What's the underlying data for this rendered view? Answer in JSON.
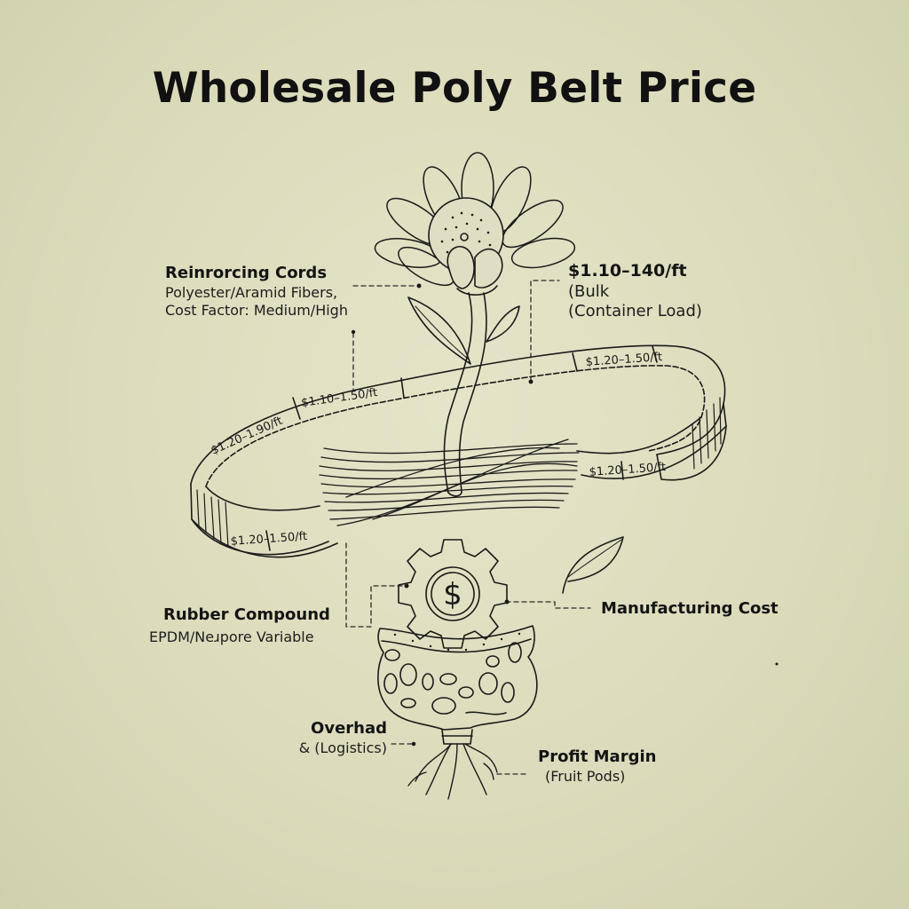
{
  "title": "Wholesale Poly Belt Price",
  "colors": {
    "background": "#dcdcbc",
    "ink": "#161616"
  },
  "labels": {
    "reinforcing_cords": {
      "heading": "Reinrorcing Cords",
      "line1": "Polyester/Aramid Fibers,",
      "line2": "Cost Factor: Medium/High"
    },
    "bulk_price": {
      "heading": "$1.10–140/ft",
      "line1": "(Bulk",
      "line2": "(Container Load)"
    },
    "rubber_compound": {
      "heading": "Rubber Compound",
      "line1": "EPDM/Neɹpore Variable"
    },
    "manufacturing_cost": {
      "heading": "Manufacturing Cost"
    },
    "overhead": {
      "heading": "Overhad",
      "line1": "& (Logistics)"
    },
    "profit_margin": {
      "heading": "Profit Margin",
      "line1": "(Fruit Pods)"
    }
  },
  "belt_prices": {
    "upper_left": "$1.20–1.90/ft",
    "upper_mid": "$1.10–1.50/ft",
    "upper_right": "$1.20–1.50/ft",
    "lower_right": "$1.20–1.50/ft",
    "lower_left": "$1.20–1.50/ft"
  },
  "icons": {
    "gear_symbol": "$"
  }
}
